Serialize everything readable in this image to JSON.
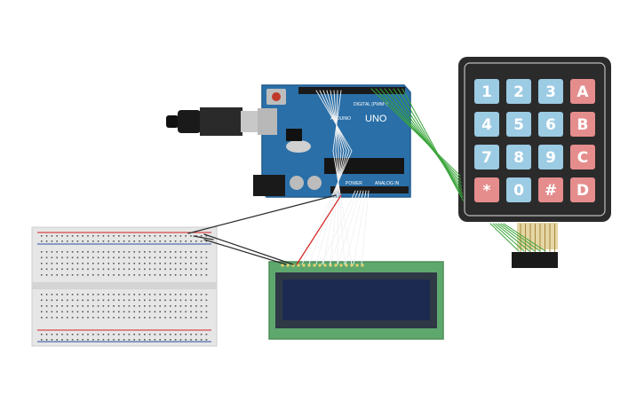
{
  "board": {
    "brand": "ARDUINO",
    "model": "UNO",
    "digital_label": "DIGITAL (PWM~)",
    "power_label": "POWER",
    "analog_label": "ANALOG IN",
    "colors": {
      "board": "#2a6fa8",
      "board_edge": "#1f5a8c"
    }
  },
  "keypad": {
    "rows": [
      [
        "1",
        "2",
        "3",
        "A"
      ],
      [
        "4",
        "5",
        "6",
        "B"
      ],
      [
        "7",
        "8",
        "9",
        "C"
      ],
      [
        "*",
        "0",
        "#",
        "D"
      ]
    ],
    "colors": {
      "body": "#2b2b2b",
      "digit_key": "#9ccbe4",
      "letter_key": "#e58d8d"
    }
  },
  "lcd": {
    "colors": {
      "pcb": "#5ea86e",
      "screen": "#1c2a52"
    }
  },
  "wires": {
    "colors": {
      "black": "#2a2a2a",
      "red": "#d62020",
      "green": "#3aa53a",
      "white": "#f2f2f2"
    }
  }
}
